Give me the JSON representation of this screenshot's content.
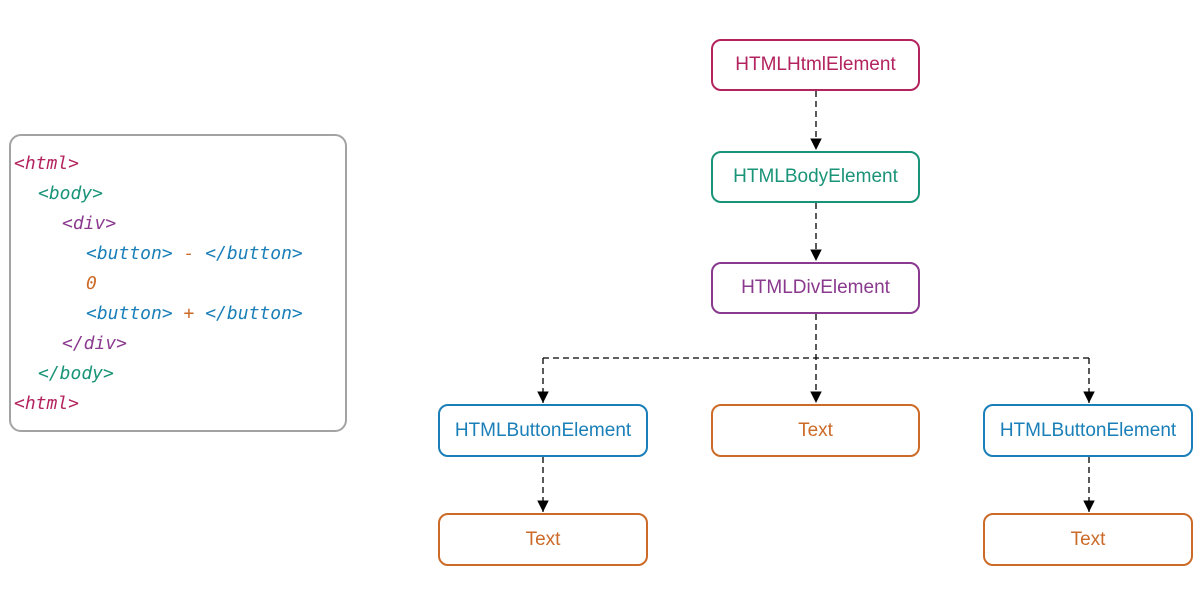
{
  "code": {
    "lines": [
      {
        "parts": [
          "<html>"
        ]
      },
      {
        "parts": [
          "<body>"
        ]
      },
      {
        "parts": [
          "<div>"
        ]
      },
      {
        "parts": [
          "<button>",
          " - ",
          "</button>"
        ]
      },
      {
        "parts": [
          "0"
        ]
      },
      {
        "parts": [
          "<button>",
          " + ",
          "</button>"
        ]
      },
      {
        "parts": [
          "</div>"
        ]
      },
      {
        "parts": [
          "</body>"
        ]
      },
      {
        "parts": [
          "<html>"
        ]
      }
    ]
  },
  "tree": {
    "html": {
      "label": "HTMLHtmlElement"
    },
    "body": {
      "label": "HTMLBodyElement"
    },
    "div": {
      "label": "HTMLDivElement"
    },
    "button_left": {
      "label": "HTMLButtonElement"
    },
    "text_middle": {
      "label": "Text"
    },
    "button_right": {
      "label": "HTMLButtonElement"
    },
    "text_left": {
      "label": "Text"
    },
    "text_right": {
      "label": "Text"
    }
  },
  "colors": {
    "html": "#b3245f",
    "body": "#1a9478",
    "div": "#8a3a8e",
    "button": "#1a7fb8",
    "text": "#cc6a28",
    "panel_border": "#a3a3a3",
    "edge": "#000000"
  }
}
